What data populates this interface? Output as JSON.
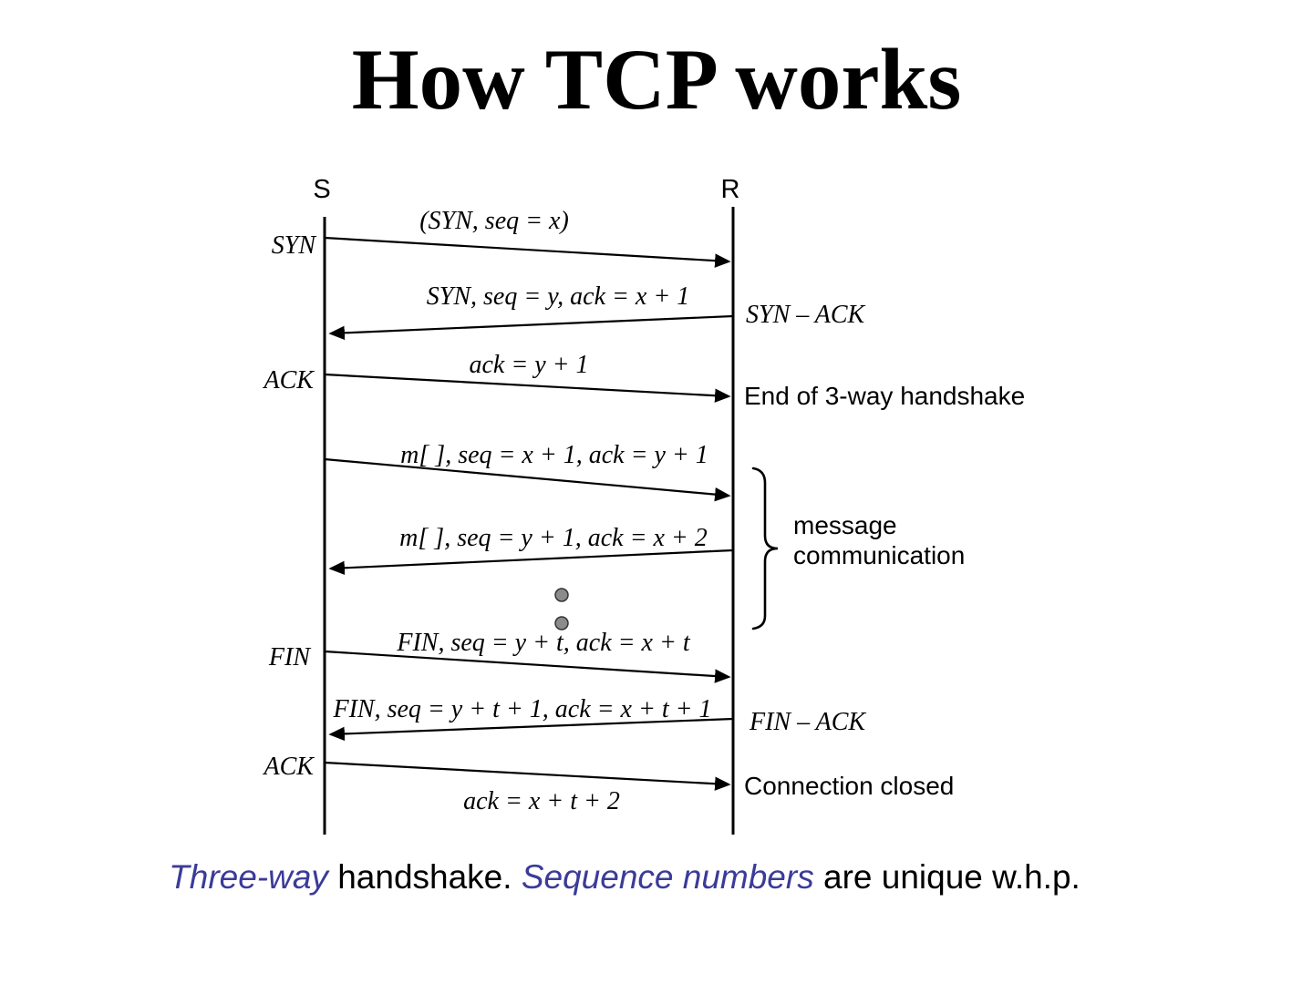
{
  "title": "How TCP works",
  "diagram": {
    "sender": "S",
    "receiver": "R",
    "messages": [
      {
        "label": "(SYN, seq = x)",
        "direction": "right"
      },
      {
        "label": "SYN, seq = y, ack = x + 1",
        "direction": "left"
      },
      {
        "label": "ack = y + 1",
        "direction": "right"
      },
      {
        "label": "m[ ], seq = x + 1, ack = y + 1",
        "direction": "right"
      },
      {
        "label": "m[ ], seq = y + 1, ack = x + 2",
        "direction": "left"
      },
      {
        "label": "FIN, seq = y + t, ack = x + t",
        "direction": "right"
      },
      {
        "label": "FIN, seq = y + t + 1, ack = x + t + 1",
        "direction": "left"
      },
      {
        "label": "ack = x + t + 2",
        "direction": "right"
      }
    ],
    "sender_events": [
      "SYN",
      "ACK",
      "FIN",
      "ACK"
    ],
    "receiver_events": [
      "SYN – ACK",
      "End of 3-way handshake",
      "FIN – ACK",
      "Connection closed"
    ],
    "brace_label": [
      "message",
      "communication"
    ]
  },
  "caption": {
    "segments": [
      {
        "text": "Three-way",
        "emphasis": true
      },
      {
        "text": " handshake. ",
        "emphasis": false
      },
      {
        "text": "Sequence numbers",
        "emphasis": true
      },
      {
        "text": " are unique w.h.p.",
        "emphasis": false
      }
    ]
  },
  "colors": {
    "ink": "#000000",
    "emphasis_text": "#3B3B99",
    "ellipsis_dot_fill": "#8B8B8B"
  }
}
